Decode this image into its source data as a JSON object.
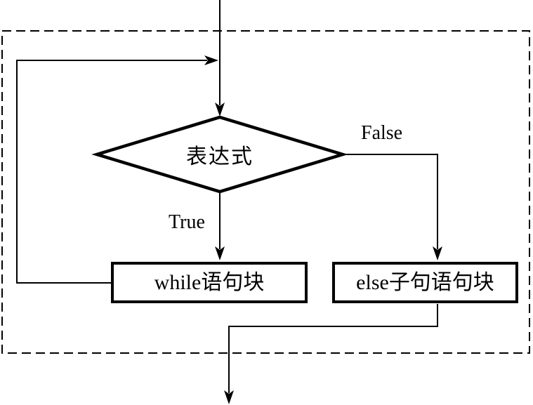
{
  "flowchart": {
    "colors": {
      "line": "#000000",
      "background": "#ffffff"
    },
    "decision": {
      "label": "表达式"
    },
    "branches": {
      "true_label": "True",
      "false_label": "False"
    },
    "while_block": {
      "label": "while语句块"
    },
    "else_block": {
      "label": "else子句语句块"
    }
  }
}
